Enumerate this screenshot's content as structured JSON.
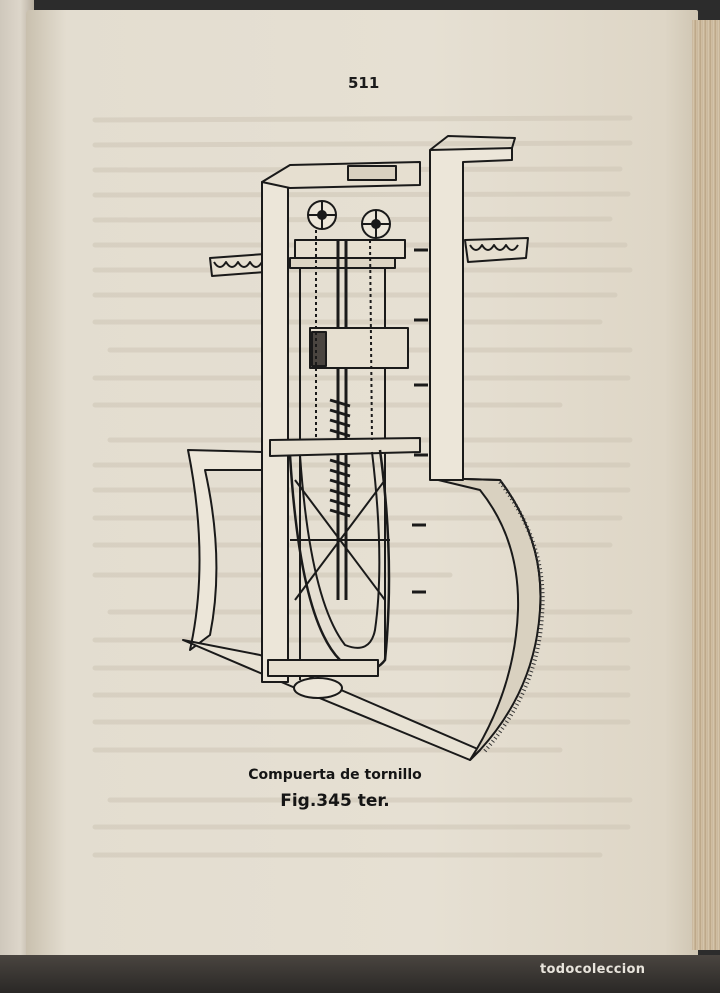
{
  "page": {
    "number": "511"
  },
  "figure": {
    "caption": "Compuerta de tornillo",
    "label": "Fig.345 ter.",
    "illustration": "screw-gate-cutaway-drawing"
  },
  "watermark": {
    "text": "todocoleccion"
  },
  "colors": {
    "paper": "#e6e0d3",
    "ink": "#151515",
    "background": "#2c2c2c"
  }
}
